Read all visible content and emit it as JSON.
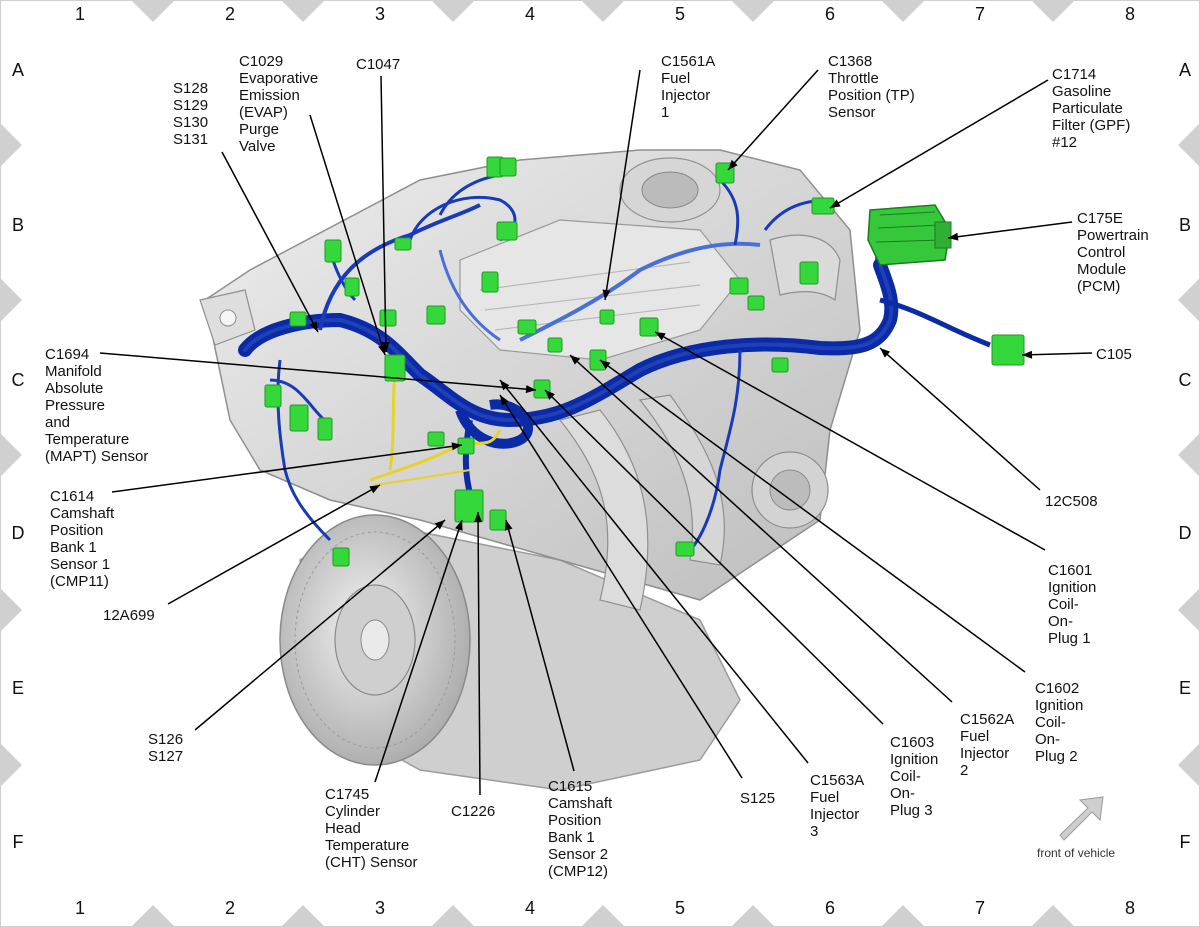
{
  "grid": {
    "columns": [
      "1",
      "2",
      "3",
      "4",
      "5",
      "6",
      "7",
      "8"
    ],
    "rows": [
      "A",
      "B",
      "C",
      "D",
      "E",
      "F"
    ]
  },
  "labels": {
    "s128_s131": [
      "S128",
      "S129",
      "S130",
      "S131"
    ],
    "c1029": [
      "C1029",
      "Evaporative",
      "Emission",
      "(EVAP)",
      "Purge",
      "Valve"
    ],
    "c1047": [
      "C1047"
    ],
    "c1561a": [
      "C1561A",
      "Fuel",
      "Injector",
      "1"
    ],
    "c1368": [
      "C1368",
      "Throttle",
      "Position (TP)",
      "Sensor"
    ],
    "c1714": [
      "C1714",
      "Gasoline",
      "Particulate",
      "Filter (GPF)",
      "#12"
    ],
    "c175e": [
      "C175E",
      "Powertrain",
      "Control",
      "Module",
      "(PCM)"
    ],
    "c105": [
      "C105"
    ],
    "c1694": [
      "C1694",
      "Manifold",
      "Absolute",
      "Pressure",
      "and",
      "Temperature",
      "(MAPT) Sensor"
    ],
    "c1614": [
      "C1614",
      "Camshaft",
      "Position",
      "Bank 1",
      "Sensor 1",
      "(CMP11)"
    ],
    "a12a699": [
      "12A699"
    ],
    "c12c508": [
      "12C508"
    ],
    "c1601": [
      "C1601",
      "Ignition",
      "Coil-",
      "On-",
      "Plug 1"
    ],
    "c1602": [
      "C1602",
      "Ignition",
      "Coil-",
      "On-",
      "Plug 2"
    ],
    "c1562a": [
      "C1562A",
      "Fuel",
      "Injector",
      "2"
    ],
    "c1603": [
      "C1603",
      "Ignition",
      "Coil-",
      "On-",
      "Plug 3"
    ],
    "c1563a": [
      "C1563A",
      "Fuel",
      "Injector",
      "3"
    ],
    "s125": [
      "S125"
    ],
    "c1615": [
      "C1615",
      "Camshaft",
      "Position",
      "Bank 1",
      "Sensor 2",
      "(CMP12)"
    ],
    "c1226": [
      "C1226"
    ],
    "c1745": [
      "C1745",
      "Cylinder",
      "Head",
      "Temperature",
      "(CHT) Sensor"
    ],
    "s126_s127": [
      "S126",
      "S127"
    ]
  },
  "orientation": {
    "text": "front of vehicle"
  },
  "colors": {
    "harness": "#0a2aa6",
    "harness_light": "#4a6fd8",
    "connector": "#35d83a",
    "connector_dark": "#1f9a22",
    "engine": "#d9d9d9",
    "engine_dark": "#b5b5b5",
    "yellow_wire": "#e8d22a",
    "border_diamond": "#d0d0d0"
  }
}
